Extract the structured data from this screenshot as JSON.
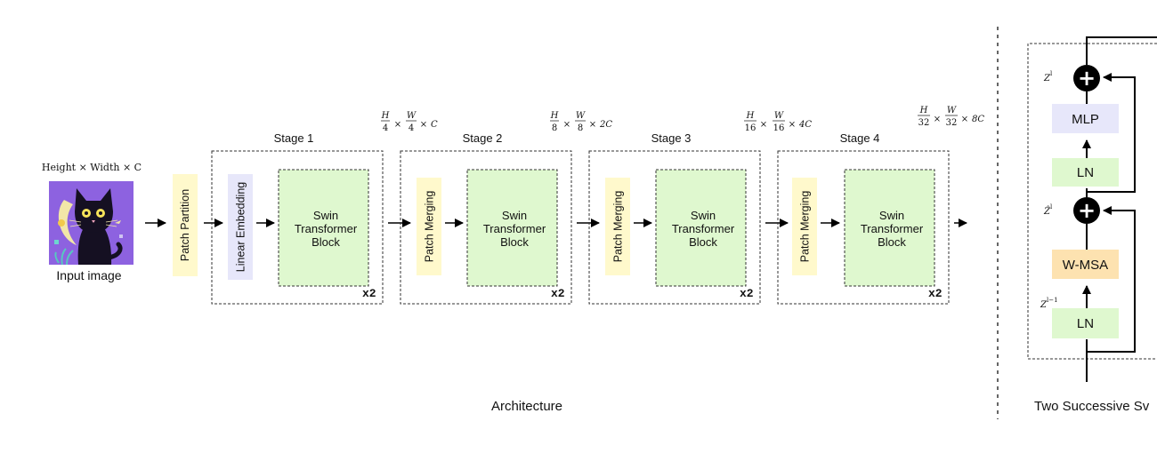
{
  "colors": {
    "patch_fill": "#fff9cc",
    "embed_fill": "#e7e7fa",
    "block_fill": "#dff8cf",
    "ln_fill": "#dff8cf",
    "mlp_fill": "#e7e7fa",
    "wmsa_fill": "#fde2b0",
    "dashed": "#333333",
    "image_bg": "#8d62e0"
  },
  "input": {
    "dims": "Height × Width × C",
    "caption": "Input image",
    "image_icon": "cat-illustration"
  },
  "patch_partition": "Patch Partition",
  "stages": [
    {
      "title": "Stage 1",
      "first_block": "Linear Embedding",
      "block_l1": "Swin",
      "block_l2": "Transformer",
      "block_l3": "Block",
      "repeat": "x2",
      "dim_num1": "H",
      "dim_den1": "4",
      "dim_num2": "W",
      "dim_den2": "4",
      "dim_ch": "C"
    },
    {
      "title": "Stage 2",
      "first_block": "Patch Merging",
      "block_l1": "Swin",
      "block_l2": "Transformer",
      "block_l3": "Block",
      "repeat": "x2",
      "dim_num1": "H",
      "dim_den1": "8",
      "dim_num2": "W",
      "dim_den2": "8",
      "dim_ch": "2C"
    },
    {
      "title": "Stage 3",
      "first_block": "Patch Merging",
      "block_l1": "Swin",
      "block_l2": "Transformer",
      "block_l3": "Block",
      "repeat": "x2",
      "dim_num1": "H",
      "dim_den1": "16",
      "dim_num2": "W",
      "dim_den2": "16",
      "dim_ch": "4C"
    },
    {
      "title": "Stage 4",
      "first_block": "Patch Merging",
      "block_l1": "Swin",
      "block_l2": "Transformer",
      "block_l3": "Block",
      "repeat": "x2",
      "dim_num1": "H",
      "dim_den1": "32",
      "dim_num2": "W",
      "dim_den2": "32",
      "dim_ch": "8C"
    }
  ],
  "times": "×",
  "architecture_caption": "Architecture",
  "block_detail": {
    "mlp": "MLP",
    "ln_top": "LN",
    "wmsa": "W-MSA",
    "ln_bottom": "LN",
    "plus": "+",
    "z_out_base": "Z",
    "z_out_sup": "l",
    "z_mid_base": "Ẑ",
    "z_mid_sup": "l",
    "z_in_base": "Z",
    "z_in_sup": "l−1",
    "caption": "Two Successive Sv"
  }
}
